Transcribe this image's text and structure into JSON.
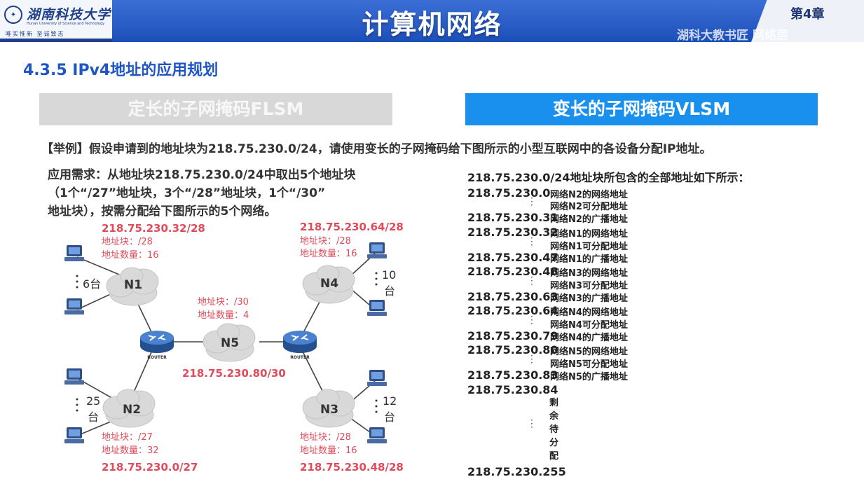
{
  "header": {
    "title": "计算机网络",
    "chapter": "第4章",
    "watermark": "湖科大教书匠 网络层",
    "logo_cn": "湖南科技大学",
    "logo_en": "Hunan University of Science and Technology",
    "logo_motto": "唯实惟新 至诚致志"
  },
  "section_title": "4.3.5 IPv4地址的应用规划",
  "tabs": {
    "flsm": "定长的子网掩码FLSM",
    "vlsm": "变长的子网掩码VLSM"
  },
  "example_text": "【举例】假设申请到的地址块为218.75.230.0/24，请使用变长的子网掩码给下图所示的小型互联网中的各设备分配IP地址。",
  "requirement_lines": [
    "应用需求：从地址块218.75.230.0/24中取出5个地址块",
    "（1个“/27”地址块，3个“/28”地址块，1个“/30”",
    "地址块），按需分配给下图所示的5个网络。"
  ],
  "diagram": {
    "clouds": [
      "N1",
      "N2",
      "N3",
      "N4",
      "N5"
    ],
    "router_label": "ROUTER",
    "host_counts": {
      "n1": "6台",
      "n2_num": "25",
      "n3_num": "12",
      "n4_num": "10",
      "unit": "台"
    },
    "n1_block": {
      "cidr": "218.75.230.32/28",
      "block": "地址块：/28",
      "count": "地址数量：16"
    },
    "n4_block": {
      "cidr": "218.75.230.64/28",
      "block": "地址块：/28",
      "count": "地址数量：16"
    },
    "n5_block": {
      "cidr": "218.75.230.80/30",
      "block": "地址块：/30",
      "count": "地址数量：4"
    },
    "n2_block": {
      "cidr": "218.75.230.0/27",
      "block": "地址块：/27",
      "count": "地址数量：32"
    },
    "n3_block": {
      "cidr": "218.75.230.48/28",
      "block": "地址块：/28",
      "count": "地址数量：16"
    },
    "colors": {
      "cloud": "#d9d9d9",
      "router": "#3a6fc0",
      "pink": "#e04a5a",
      "pc": "#2f4f86"
    }
  },
  "address_list": {
    "heading": "218.75.230.0/24地址块所包含的全部地址如下所示：",
    "rows": [
      {
        "addr": "218.75.230.0",
        "desc": "网络N2的网络地址"
      },
      {
        "addr": "",
        "desc": "网络N2可分配地址"
      },
      {
        "addr": "218.75.230.31",
        "desc": "网络N2的广播地址"
      },
      {
        "addr": "218.75.230.32",
        "desc": "网络N1的网络地址"
      },
      {
        "addr": "",
        "desc": "网络N1可分配地址"
      },
      {
        "addr": "218.75.230.47",
        "desc": "网络N1的广播地址"
      },
      {
        "addr": "218.75.230.48",
        "desc": "网络N3的网络地址"
      },
      {
        "addr": "",
        "desc": "网络N3可分配地址"
      },
      {
        "addr": "218.75.230.63",
        "desc": "网络N3的广播地址"
      },
      {
        "addr": "218.75.230.64",
        "desc": "网络N4的网络地址"
      },
      {
        "addr": "",
        "desc": "网络N4可分配地址"
      },
      {
        "addr": "218.75.230.79",
        "desc": "网络N4的广播地址"
      },
      {
        "addr": "218.75.230.80",
        "desc": "网络N5的网络地址"
      },
      {
        "addr": "",
        "desc": "网络N5可分配地址"
      },
      {
        "addr": "218.75.230.83",
        "desc": "网络N5的广播地址"
      },
      {
        "addr": "218.75.230.84",
        "desc": ""
      }
    ],
    "remaining_label": "剩余待分配",
    "last_addr": "218.75.230.255"
  }
}
